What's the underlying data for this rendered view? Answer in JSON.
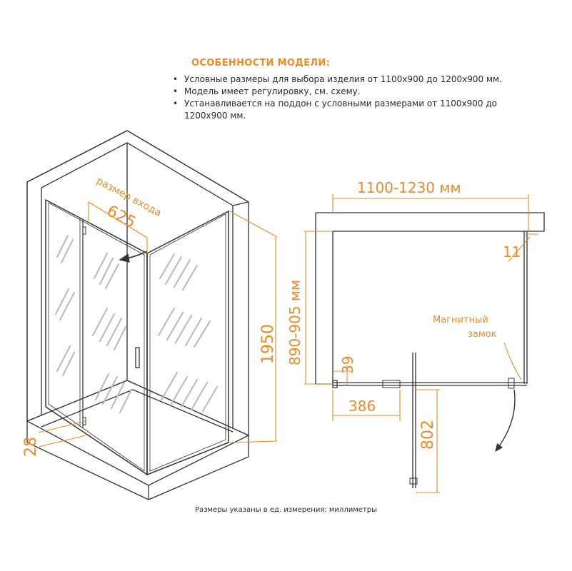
{
  "colors": {
    "accent": "#f08a24",
    "line": "#333333",
    "glass_hatch": "#bdbdbd"
  },
  "features": {
    "title": "ОСОБЕННОСТИ МОДЕЛИ:",
    "items": [
      "Условные размеры для выбора изделия от 1100х900 до 1200х900 мм.",
      "Модель имеет регулировку,  см.  схему.",
      "Устанавливается на поддон с условными размерами от 1100х900 до 1200х900 мм."
    ]
  },
  "left_view": {
    "entrance_label": "размер входа",
    "entrance_value": "625",
    "height_value": "1950",
    "base_value": "28"
  },
  "plan_view": {
    "width_label": "1100-1230 мм",
    "depth_label": "890-905 мм",
    "gap_value": "11",
    "lock_label_line1": "Магнитный",
    "lock_label_line2": "замок",
    "offset_value": "39",
    "hinge_value": "386",
    "door_value": "802"
  },
  "footer": {
    "units_note": "Размеры указаны в ед. измерения: миллиметры"
  }
}
